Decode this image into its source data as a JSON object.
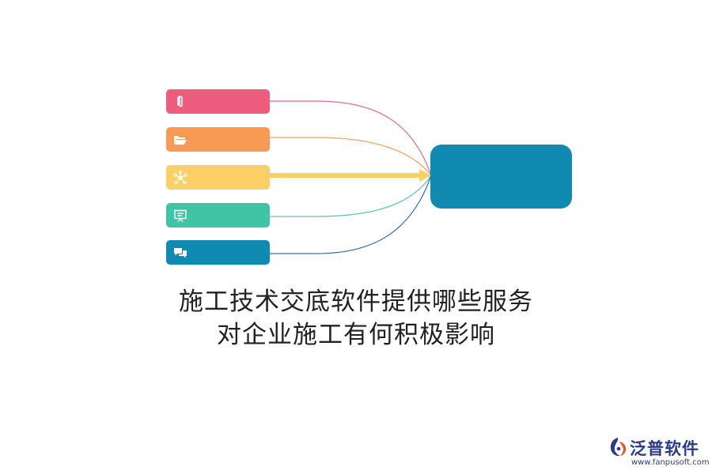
{
  "diagram": {
    "items": [
      {
        "icon": "paperclip-icon",
        "color": "#ee5d7e",
        "line_color": "#e0688a"
      },
      {
        "icon": "folder-icon",
        "color": "#f69a56",
        "line_color": "#eba06a"
      },
      {
        "icon": "network-icon",
        "color": "#fbd066",
        "line_color": "#fbd066"
      },
      {
        "icon": "presentation-icon",
        "color": "#40c4a6",
        "line_color": "#5fc7ae"
      },
      {
        "icon": "chat-bubbles-icon",
        "color": "#118ab2",
        "line_color": "#3a6fa8"
      }
    ],
    "hub_color": "#118ab2"
  },
  "title": {
    "line1": "施工技术交底软件提供哪些服务",
    "line2": "对企业施工有何积极影响"
  },
  "brand": {
    "name": "泛普软件",
    "url": "www.fanpusoft.com",
    "logo_icon": "fanpu-logo-icon",
    "color": "#2c3a8c"
  }
}
